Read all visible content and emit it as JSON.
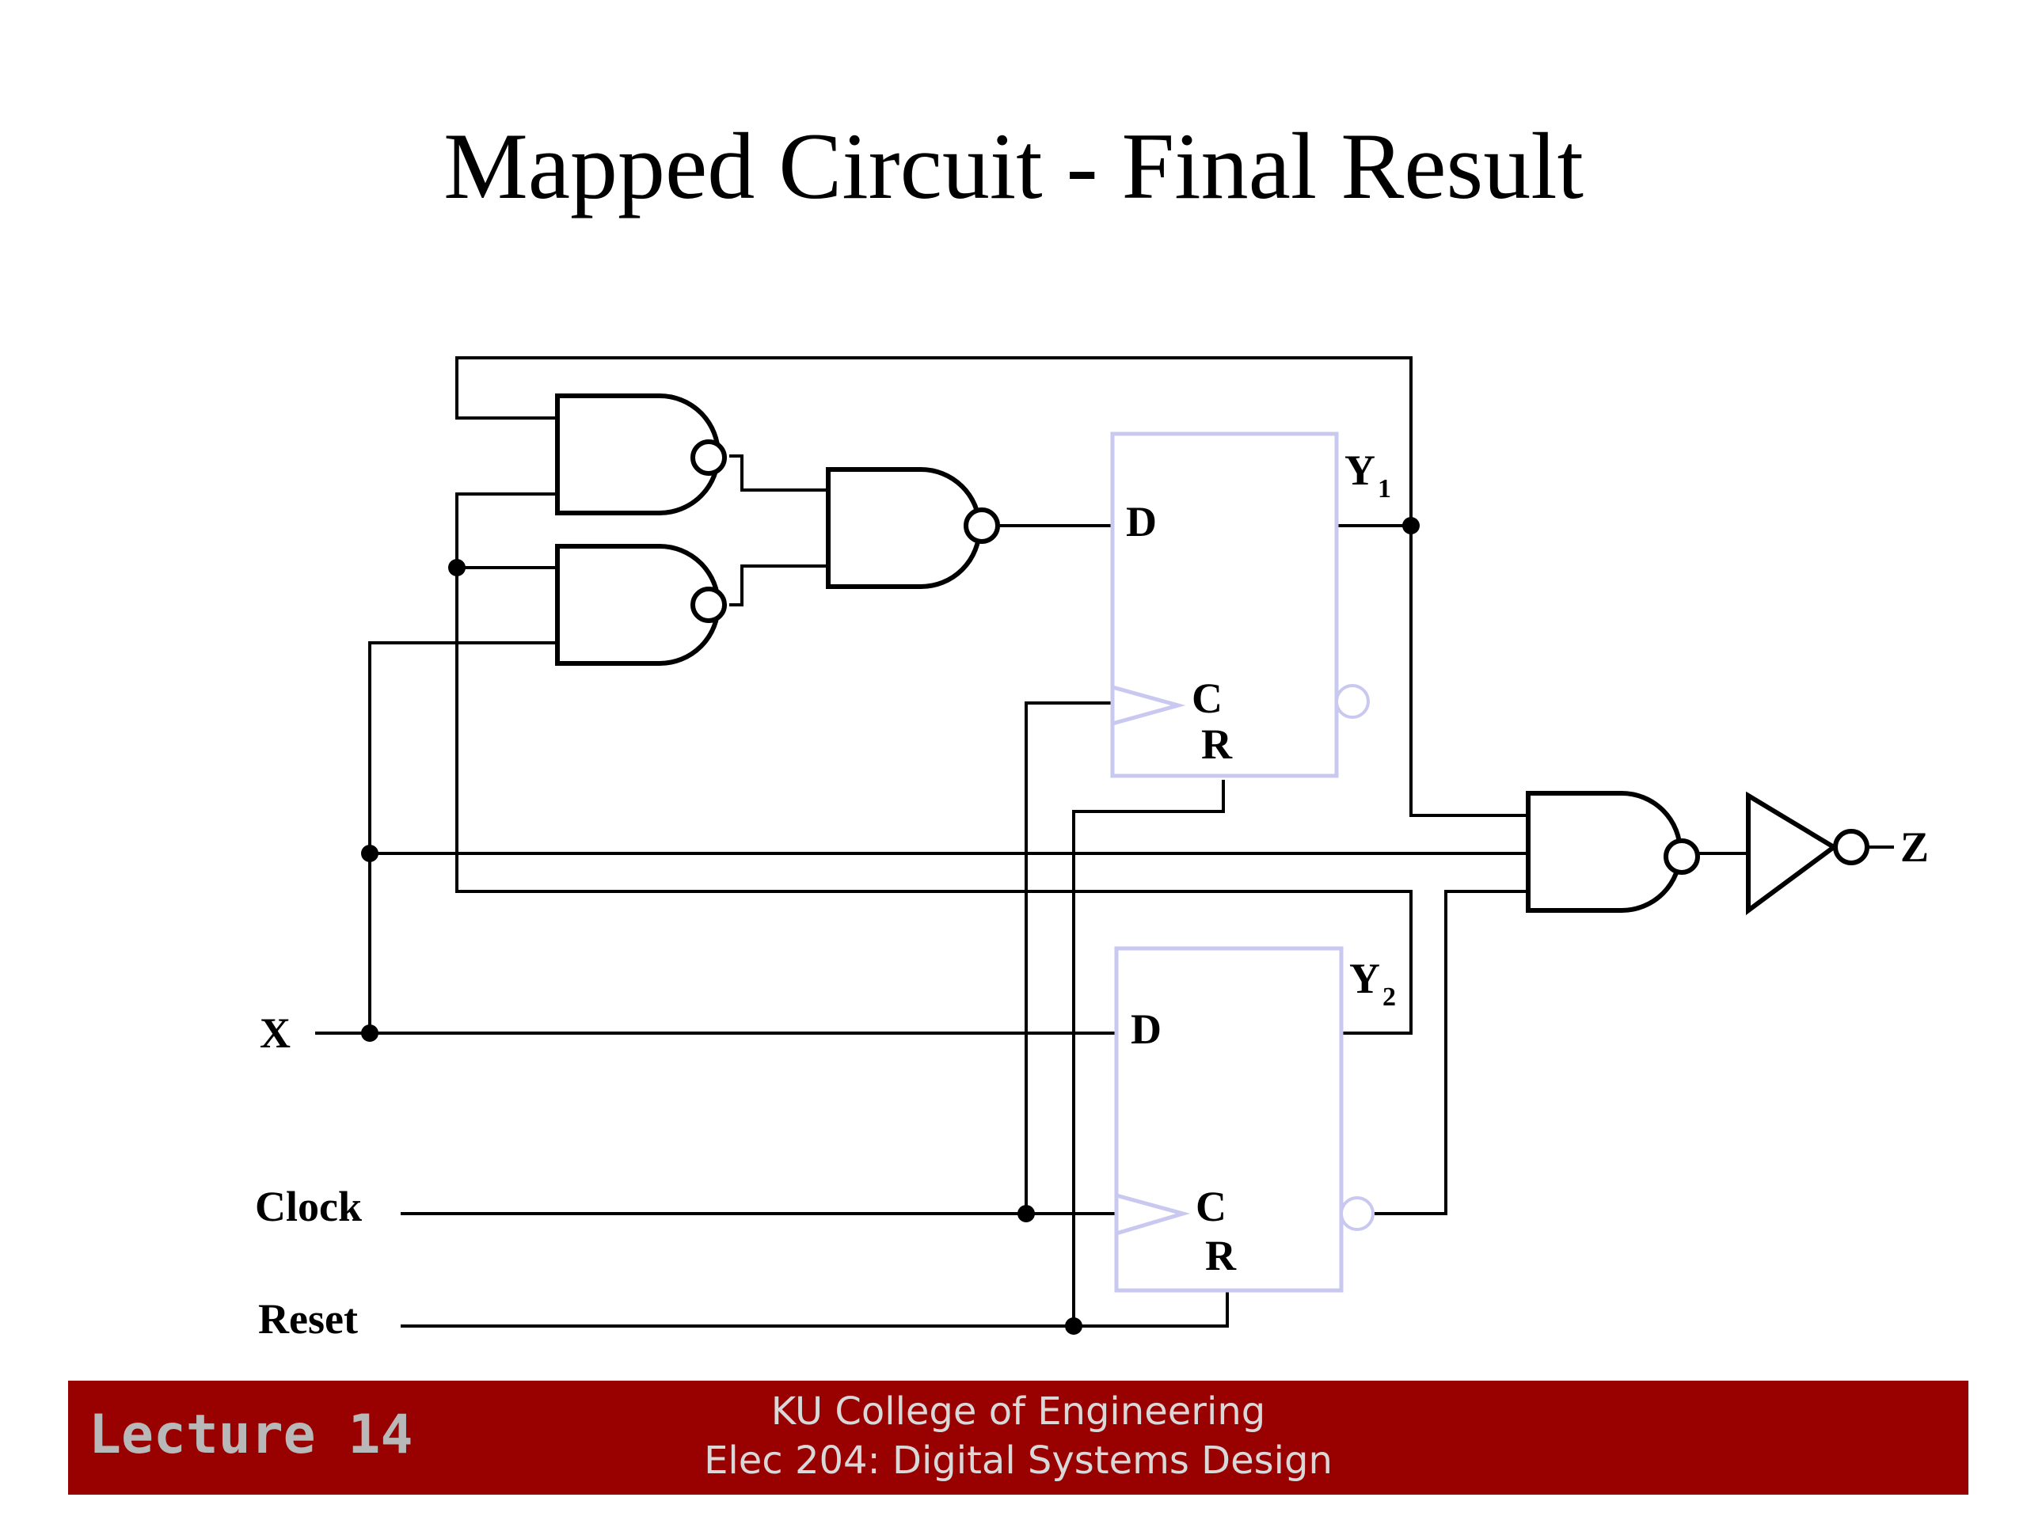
{
  "title": "Mapped Circuit - Final Result",
  "diagram": {
    "inputs": {
      "x": "X",
      "clock": "Clock",
      "reset": "Reset"
    },
    "output": "Z",
    "flip_flops": [
      {
        "name": "Y",
        "subscript": "1",
        "pin_d": "D",
        "pin_c": "C",
        "pin_r": "R"
      },
      {
        "name": "Y",
        "subscript": "2",
        "pin_d": "D",
        "pin_c": "C",
        "pin_r": "R"
      }
    ]
  },
  "footer": {
    "lecture": "Lecture 14",
    "college": "KU College of Engineering",
    "course": "Elec 204: Digital Systems Design",
    "background_color": "#990000"
  }
}
